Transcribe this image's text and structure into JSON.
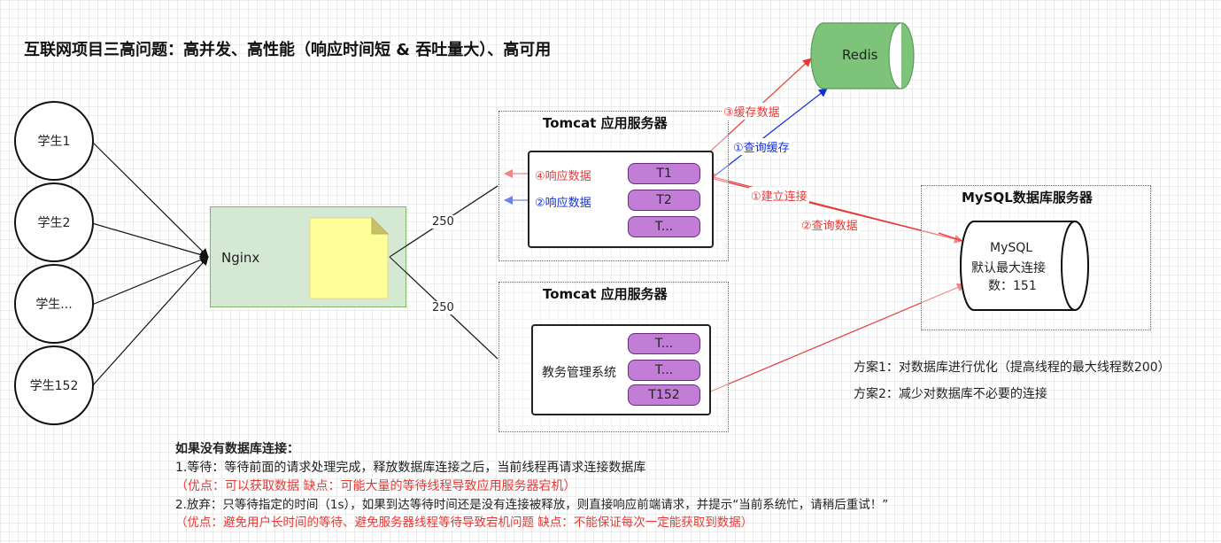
{
  "title": "互联网项目三高问题：高并发、高性能（响应时间短 & 吞吐量大）、高可用",
  "students": [
    "学生1",
    "学生2",
    "学生...",
    "学生152"
  ],
  "nginx": {
    "label": "Nginx"
  },
  "edge_labels": {
    "upper": "250",
    "lower": "250"
  },
  "tomcat_top": {
    "title": "Tomcat 应用服务器",
    "threads": [
      "T1",
      "T2",
      "T..."
    ]
  },
  "tomcat_bottom": {
    "title": "Tomcat 应用服务器",
    "app_label": "教务管理系统",
    "threads": [
      "T...",
      "T...",
      "T152"
    ]
  },
  "redis": {
    "label": "Redis"
  },
  "mysql_group": {
    "title": "MySQL数据库服务器"
  },
  "mysql": {
    "line1": "MySQL",
    "line2": "默认最大连接",
    "line3": "数：151"
  },
  "flow_labels": {
    "cache_data": "③缓存数据",
    "query_cache": "①查询缓存",
    "resp1": "④响应数据",
    "resp2": "②响应数据",
    "connect": "①建立连接",
    "query_data": "②查询数据"
  },
  "plans": [
    "方案1：对数据库进行优化（提高线程的最大线程数200）",
    "方案2：减少对数据库不必要的连接"
  ],
  "notes": {
    "heading": "如果没有数据库连接：",
    "line1": "1.等待：等待前面的请求处理完成，释放数据库连接之后，当前线程再请求连接数据库",
    "line1_red": "（优点：可以获取数据   缺点：可能大量的等待线程导致应用服务器宕机）",
    "line2": "2.放弃：只等待指定的时间（1s），如果到达等待时间还是没有连接被释放，则直接响应前端请求，并提示“当前系统忙，请稍后重试！”",
    "line2_red": "（优点：避免用户长时间的等待、避免服务器线程等待导致宕机问题     缺点：不能保证每次一定能获取到数据）"
  },
  "colors": {
    "nginx_fill": "#d5e8d4",
    "redis_fill": "#7dc47a",
    "thread_fill": "#c27dd6",
    "note_fill": "#ffff99",
    "red": "#e53935",
    "blue": "#1030e0"
  }
}
